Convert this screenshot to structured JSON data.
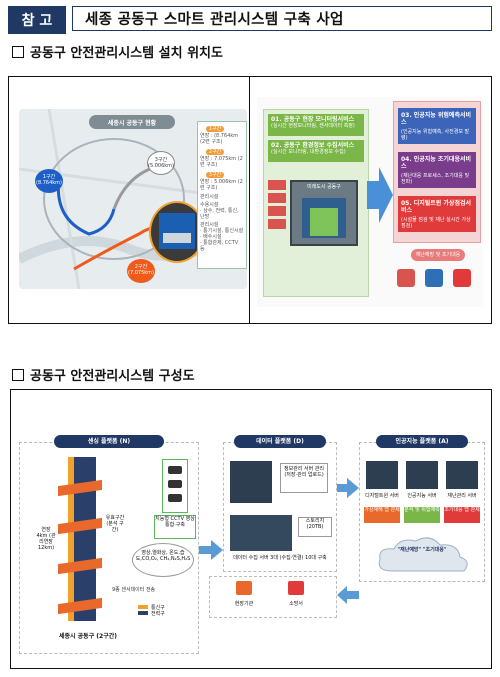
{
  "header": {
    "tag": "참 고",
    "title": "세종 공동구 스마트 관리시스템 구축 사업"
  },
  "section1": {
    "title": "공동구 안전관리시스템 설치 위치도",
    "map": {
      "title": "세종시 공동구 현황",
      "zone1": "1구간",
      "zone1_len": "(8.764km)",
      "zone2": "2구간",
      "zone2_len": "(7.075km)",
      "zone3": "3구간",
      "zone3_len": "(5.006km)",
      "info_rows": [
        "1구간",
        "연장 : (8.764km (2련 구조)",
        "2구간",
        "연장 : 7.075km (2련 구조)",
        "3구간",
        "연장 : 5.006km (2련 구조)",
        "관리시설",
        "수용시설",
        "· 상수, 전력, 통신, 난방",
        "관리시설",
        "· 통기시설, 통신시설",
        "· 배수시설",
        "· 통합관제, CCTV 등"
      ]
    },
    "services": {
      "left": [
        "01. 공동구 현장 모니터링서비스",
        "(실시간 현장모니터링, 센서데이터 측정)",
        "02. 공동구 환경정보 수집서비스",
        "(실시간 모니터링, 내환경정보 수집)"
      ],
      "right": [
        "03. 인공지능 위험예측서비스",
        "(인공지능 위험예측, 사전경보 발령)",
        "04. 인공지능 조기대응서비스",
        "(재난대응 프로세스, 조기대응 및 전파)",
        "05. 디지털트윈 가상점검서비스",
        "(시설물 점검 및 재난 실시간 가상 점검)"
      ],
      "bottom_label": "재난예방 및 조기대응",
      "tunnel_label": "미래도시 공동구"
    }
  },
  "section2": {
    "title": "공동구 안전관리시스템 구성도",
    "sensing": {
      "title": "센싱 플랫폼 (N)",
      "side_left": "연장 4km (관리연장 12km)",
      "side_right": "유효구간 (분석 구간)",
      "cctv": "지능형 CCTV 영상 통합·구축",
      "sensors": "영상,열화상, 온도,습도,CO,O₂, CH₄,N₂S,H₂S",
      "sensor_note": "9종 센서데이터 전송",
      "footer": "세종시 공동구 (2구간)",
      "legend": [
        "통신구",
        "전력구"
      ]
    },
    "data": {
      "title": "데이터 플랫폼 (D)",
      "box1": "정보관리 서버 관리 (저장·관리 업로드)",
      "box2": "스토리지 (20TB)",
      "box3": "데이터 수집 서버 3대 (수집·연결) 10대 구축",
      "bottom_boxes": [
        "현장기관",
        "소방서"
      ]
    },
    "ai": {
      "title": "인공지능 플랫폼 (A)",
      "servers": [
        "디지털트윈 서버",
        "인공지능 서버",
        "재난관리 서버"
      ],
      "labels": [
        "가상재해 앱 관제",
        "분석 및 위험예측",
        "조기대응 앱 관제"
      ],
      "cloud": "\"재난예방\" \"조기대응\""
    }
  }
}
